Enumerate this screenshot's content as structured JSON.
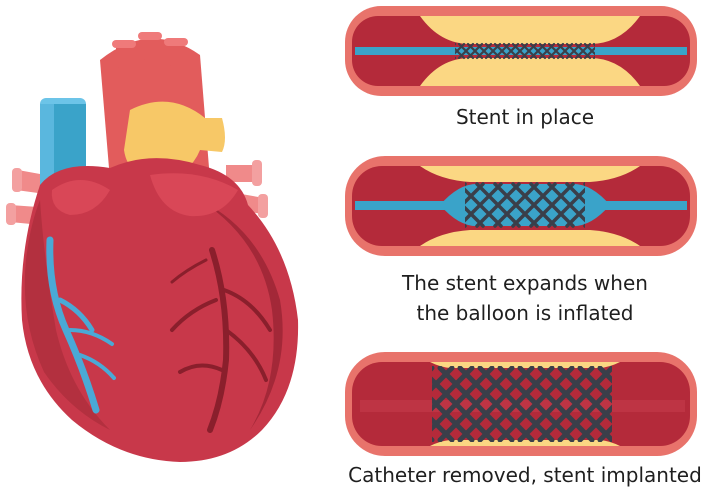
{
  "captions": {
    "stage1": "Stent in place",
    "stage2_line1": "The stent expands when",
    "stage2_line2": "the balloon is inflated",
    "stage3": "Catheter removed, stent implanted"
  },
  "colors": {
    "artery_wall": "#e8736b",
    "artery_lumen": "#b42a3a",
    "plaque": "#fbd783",
    "catheter": "#3aa3c9",
    "stent": "#3a3f4a",
    "heart": "#c8384a",
    "heart_shadow": "#a32838",
    "aorta": "#e25c5c",
    "vein_blue": "#4aa9d6",
    "fat": "#f7c867"
  }
}
